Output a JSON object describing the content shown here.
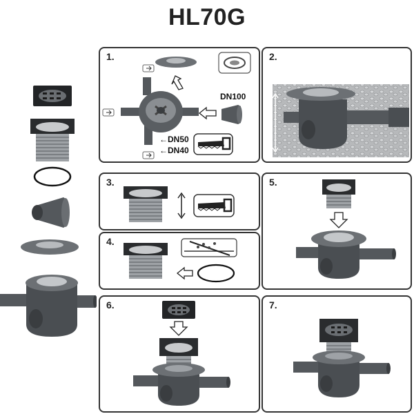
{
  "title": "HL70G",
  "steps": [
    {
      "number": "1."
    },
    {
      "number": "2."
    },
    {
      "number": "3."
    },
    {
      "number": "4."
    },
    {
      "number": "5."
    },
    {
      "number": "6."
    },
    {
      "number": "7."
    }
  ],
  "labels": {
    "dn100": "DN100",
    "dn50": "←DN50",
    "dn40": "←DN40"
  },
  "colors": {
    "body": "#54585c",
    "body_light": "#8a8e92",
    "grate": "#222426",
    "gravel": "#b7b9bb",
    "outline": "#333333"
  },
  "icons": [
    "saw-icon",
    "arrow-down-icon",
    "arrow-left-icon",
    "arrow-right-icon",
    "cut-marker-icon",
    "seal-ring-icon",
    "debris-icon"
  ]
}
